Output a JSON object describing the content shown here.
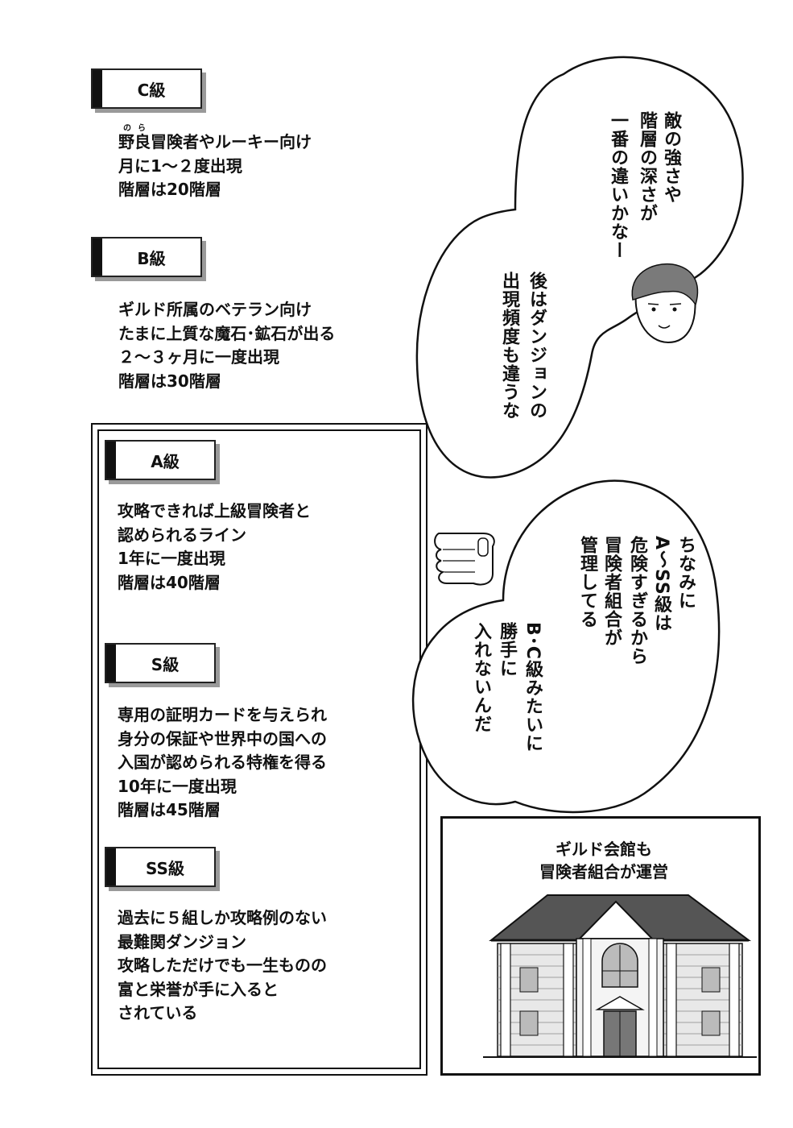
{
  "ranks": {
    "c": {
      "label": "C級",
      "ruby": "のら",
      "lines": [
        "野良冒険者やルーキー向け",
        "月に1〜２度出現",
        "階層は20階層"
      ]
    },
    "b": {
      "label": "B級",
      "lines": [
        "ギルド所属のベテラン向け",
        "たまに上質な魔石･鉱石が出る",
        "２〜３ヶ月に一度出現",
        "階層は30階層"
      ]
    },
    "a": {
      "label": "A級",
      "lines": [
        "攻略できれば上級冒険者と",
        "認められるライン",
        " 1年に一度出現",
        "階層は40階層"
      ]
    },
    "s": {
      "label": "S級",
      "lines": [
        "専用の証明カードを与えられ",
        "身分の保証や世界中の国への",
        "入国が認められる特権を得る",
        "10年に一度出現",
        "階層は45階層"
      ]
    },
    "ss": {
      "label": "SS級",
      "lines": [
        "過去に５組しか攻略例のない",
        "最難関ダンジョン",
        "攻略しただけでも一生ものの",
        "富と栄誉が手に入ると",
        "されている"
      ]
    }
  },
  "bubble_top": {
    "col1": "敵の強さや",
    "col2": "階層の深さが",
    "col3": "一番の違いかなー",
    "col4": "後はダンジョンの",
    "col5": "出現頻度も違うな"
  },
  "bubble_bottom": {
    "col1": "ちなみに",
    "col2": "A〜SS級は",
    "col3": "危険すぎるから",
    "col4": "冒険者組合が",
    "col5": "管理してる",
    "col6": "B･C級みたいに",
    "col7": "勝手に",
    "col8": "入れないんだ"
  },
  "building_panel": {
    "caption_line1": "ギルド会館も",
    "caption_line2": "冒険者組合が運営"
  }
}
